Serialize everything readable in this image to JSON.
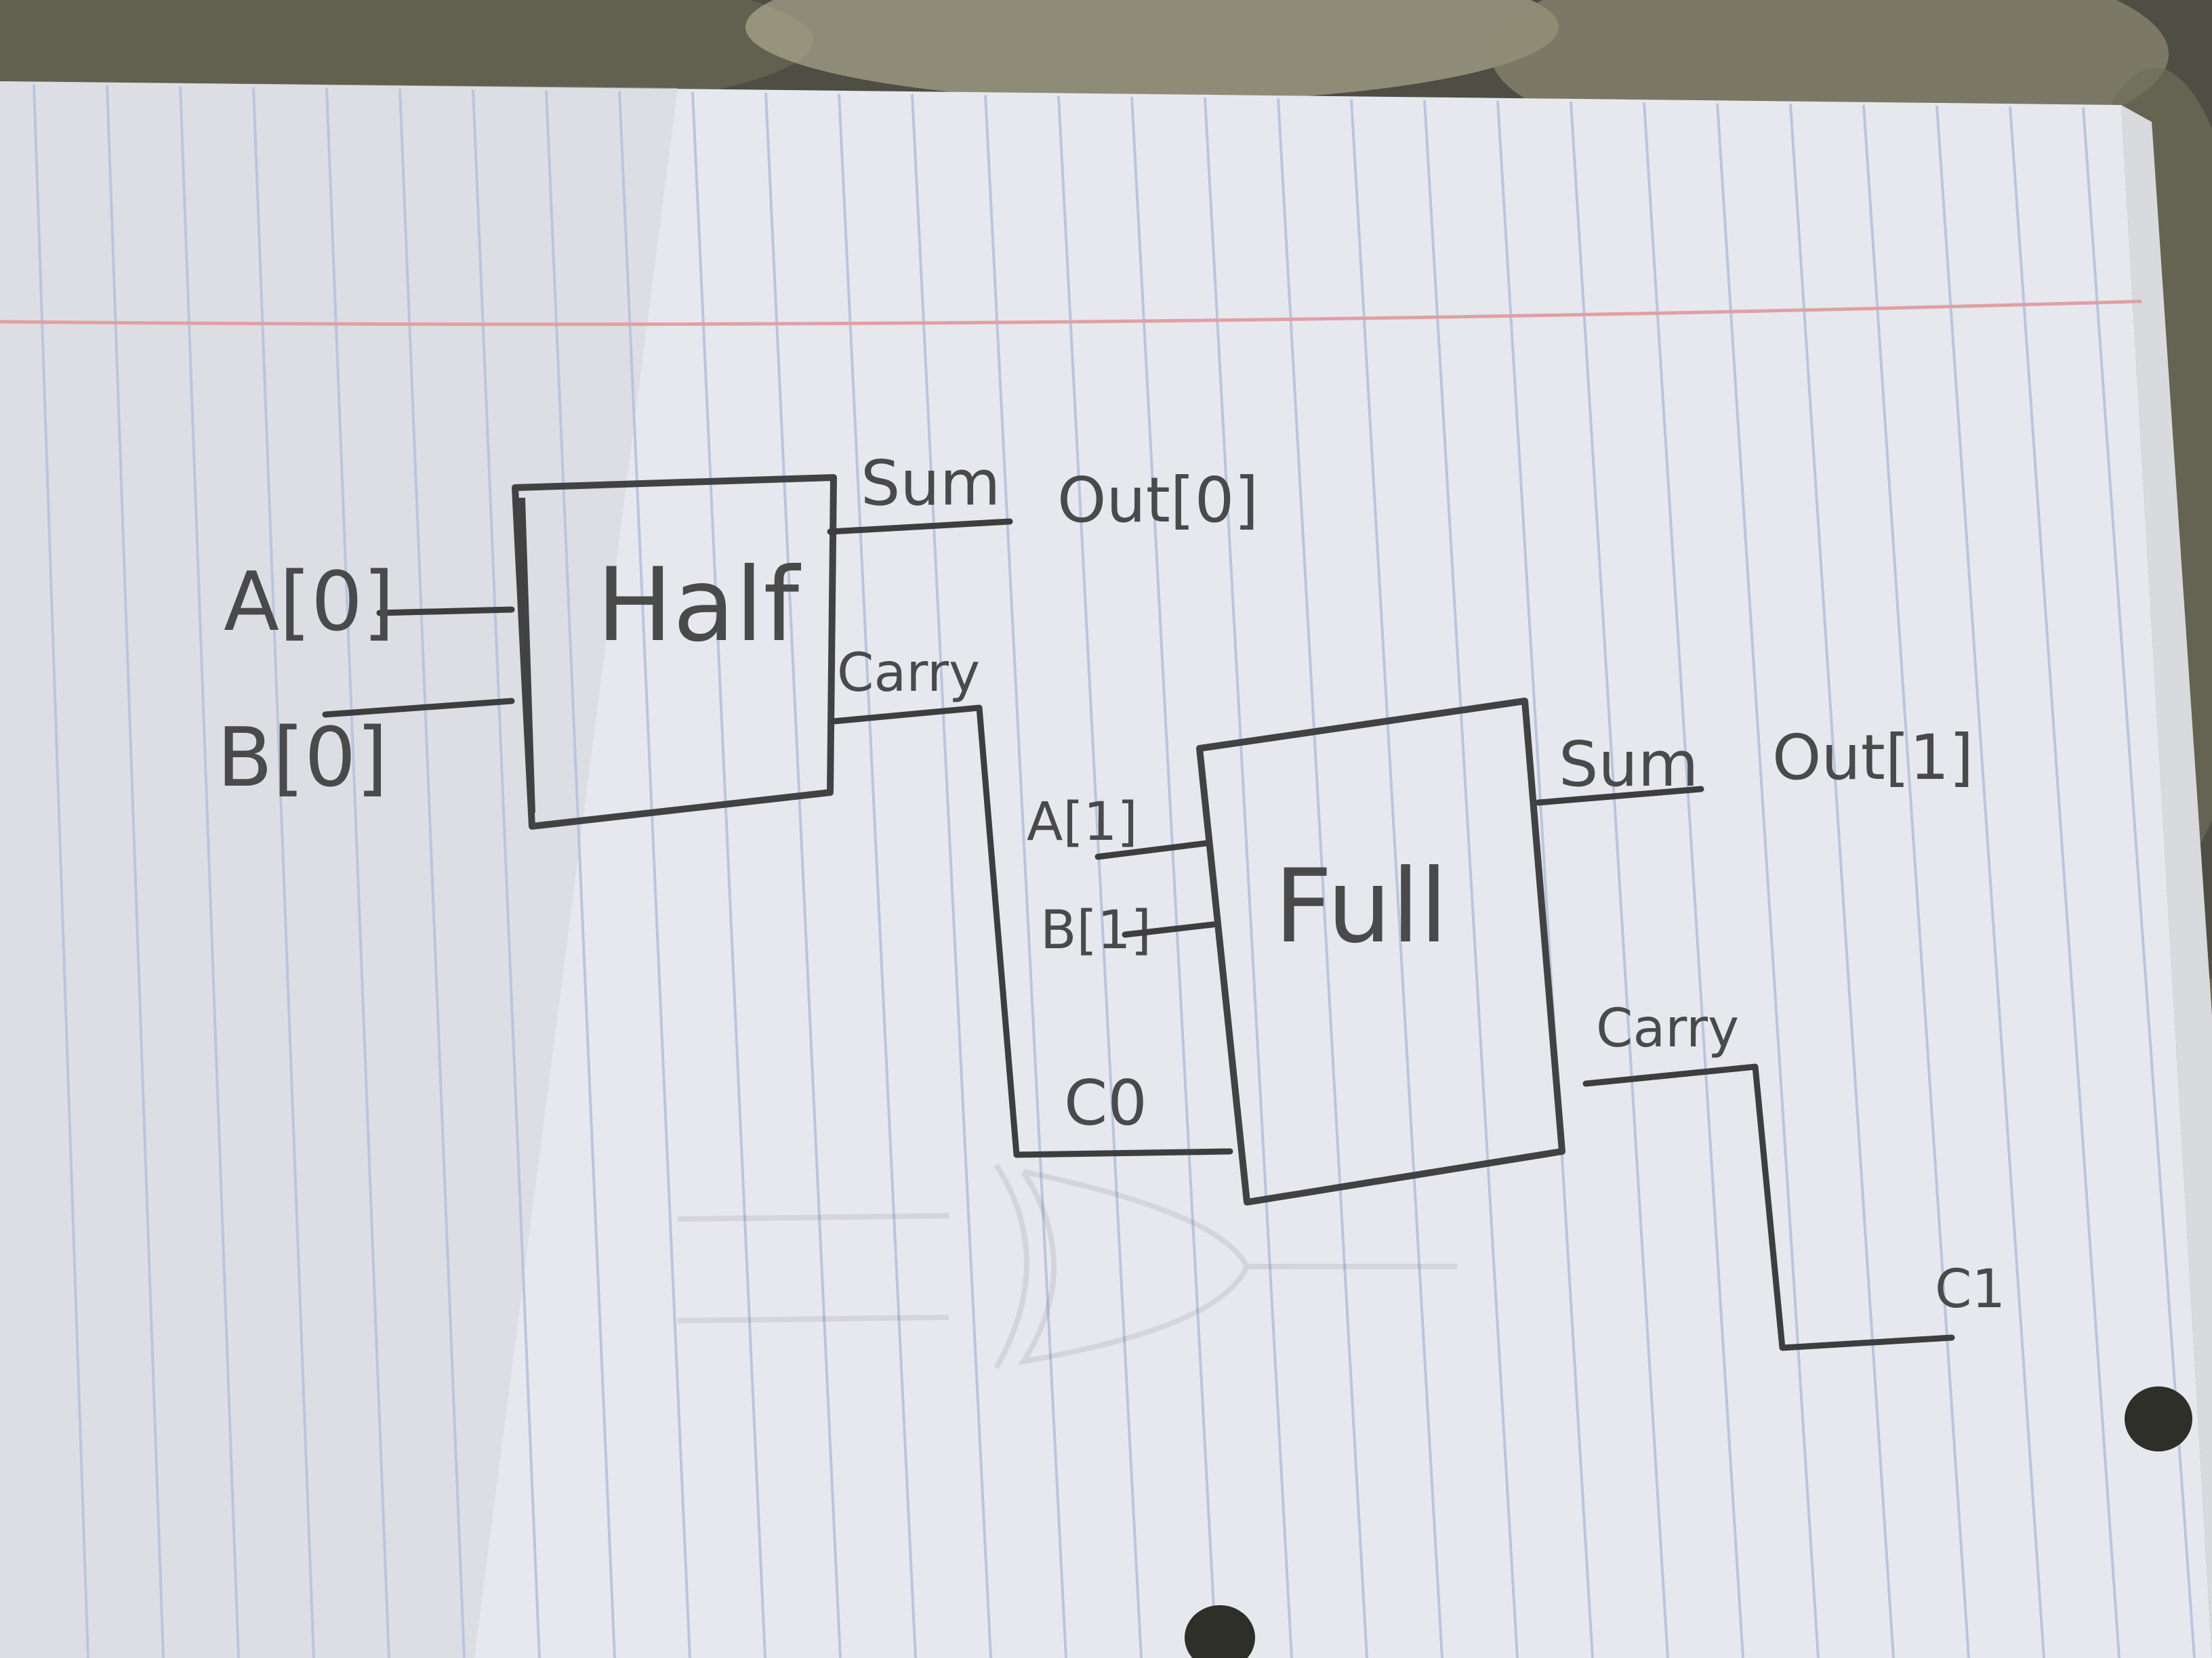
{
  "colors": {
    "carpet": "#5a5a4e",
    "paper": "#ecedf1",
    "rule_line": "#b8c6df",
    "margin_line": "#e3a6a8",
    "pencil": "#424242"
  },
  "half_adder": {
    "label": "Half",
    "input_a": "A[0]",
    "input_b": "B[0]",
    "sum_label": "Sum",
    "sum_output": "Out[0]",
    "carry_label": "Carry"
  },
  "full_adder": {
    "label": "Full",
    "input_a": "A[1]",
    "input_b": "B[1]",
    "carry_in": "C0",
    "sum_label": "Sum",
    "sum_output": "Out[1]",
    "carry_label": "Carry",
    "carry_out": "C1"
  }
}
